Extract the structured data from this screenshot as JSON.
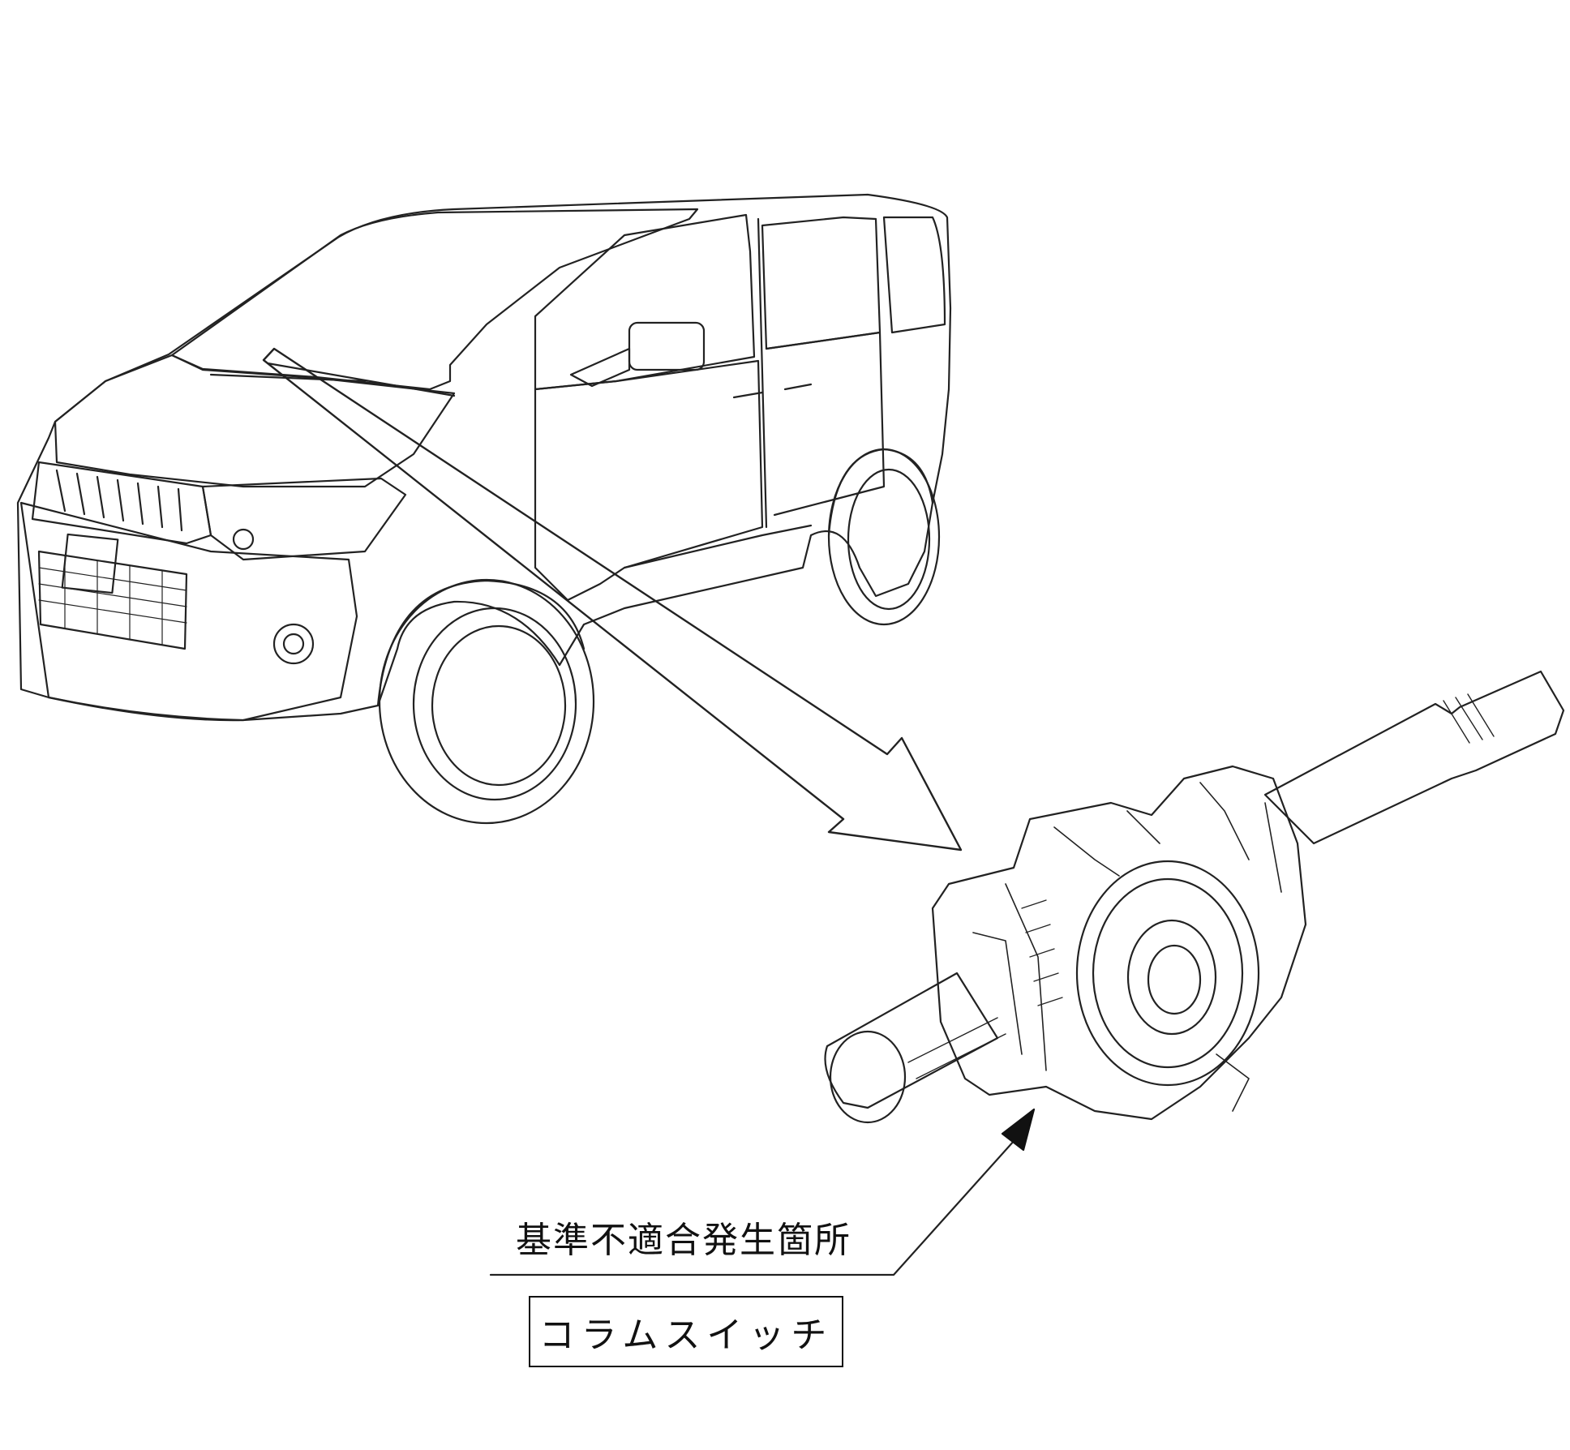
{
  "callout": {
    "location_label": "基準不適合発生箇所",
    "part_name": "コラムスイッチ"
  },
  "illustration": {
    "vehicle": "minivan-line-drawing",
    "component": "column-switch-line-drawing",
    "pointer": "hollow-arrow",
    "leader": "solid-arrow"
  }
}
